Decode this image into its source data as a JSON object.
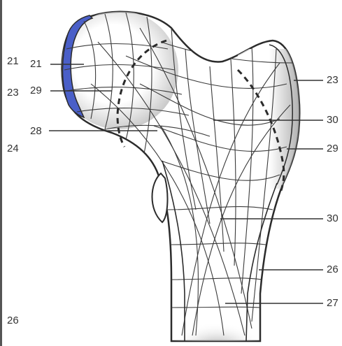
{
  "left_margin_labels": [
    "21",
    "23",
    "24",
    "26"
  ],
  "callouts_left": [
    "21",
    "29",
    "28"
  ],
  "callouts_right": [
    "23",
    "30",
    "29",
    "30",
    "26",
    "27"
  ],
  "colors": {
    "cartilage": "#4a5fc8",
    "bone_outline": "#2b2b2b",
    "trabecular_lines": "#3a3a3a",
    "shading": "#6e6e6e",
    "background": "#ffffff"
  }
}
